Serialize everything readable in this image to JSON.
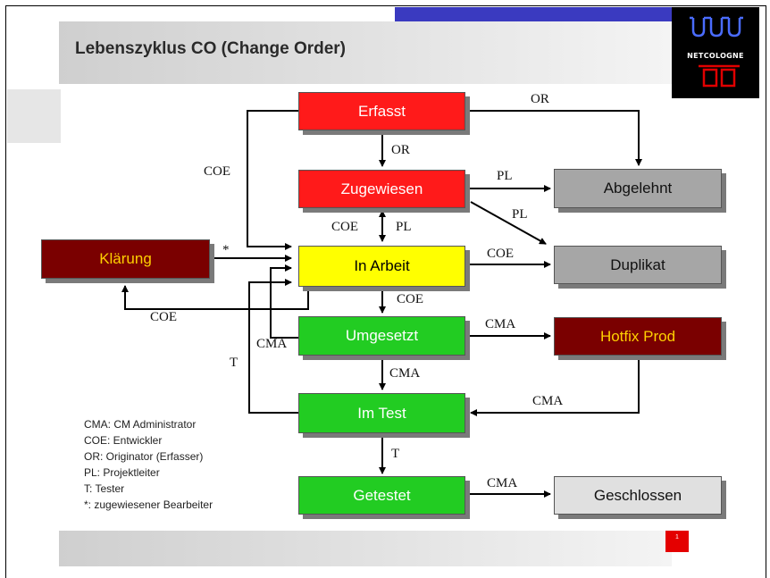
{
  "slide": {
    "title": "Lebenszyklus CO (Change Order)",
    "logo_text": "NETCOLOGNE",
    "page_number": "1"
  },
  "nodes": {
    "erfasst": "Erfasst",
    "zugewiesen": "Zugewiesen",
    "klaerung": "Klärung",
    "in_arbeit": "In Arbeit",
    "umgesetzt": "Umgesetzt",
    "im_test": "Im Test",
    "getestet": "Getestet",
    "abgelehnt": "Abgelehnt",
    "duplikat": "Duplikat",
    "hotfix_prod": "Hotfix Prod",
    "geschlossen": "Geschlossen"
  },
  "edge_labels": {
    "erfasst_abgelehnt": "OR",
    "erfasst_zugewiesen": "OR",
    "erfasst_coe": "COE",
    "zugewiesen_abgelehnt": "PL",
    "zugewiesen_duplikat": "PL",
    "zugewiesen_inarbeit_coe": "COE",
    "zugewiesen_inarbeit_pl": "PL",
    "klaerung_star": "*",
    "inarbeit_duplikat": "COE",
    "inarbeit_umgesetzt": "COE",
    "inarbeit_klaerung": "COE",
    "umgesetzt_cma": "CMA",
    "umgesetzt_hotfix": "CMA",
    "umgesetzt_imtest": "CMA",
    "hotfix_imtest": "CMA",
    "imtest_t": "T",
    "imtest_getestet": "T",
    "getestet_geschlossen": "CMA"
  },
  "legend": [
    "CMA: CM Administrator",
    "COE: Entwickler",
    "OR: Originator (Erfasser)",
    "PL: Projektleiter",
    "T: Tester",
    "*: zugewiesener Bearbeiter"
  ],
  "colors": {
    "red": "#ff1a1a",
    "dark_red": "#7a0000",
    "yellow": "#ffff00",
    "green": "#22cc22",
    "grey": "#a6a6a6",
    "light_grey": "#e0e0e0",
    "header_blue": "#3a3ac0"
  }
}
